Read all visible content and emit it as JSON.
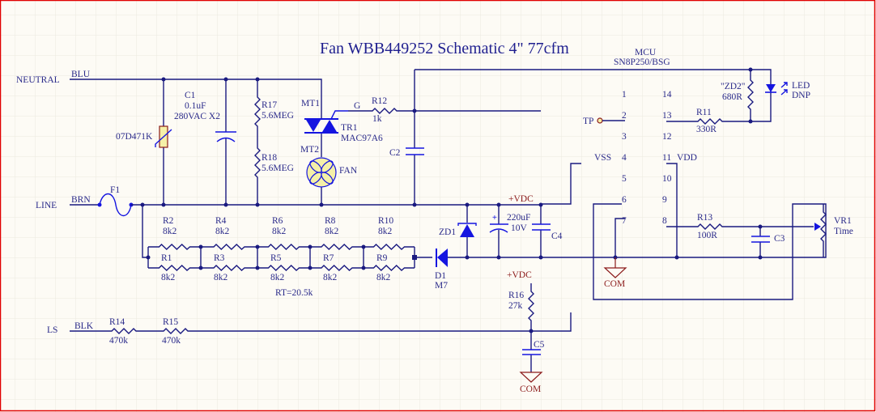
{
  "title": "Fan WBB449252 Schematic 4\" 77cfm",
  "colors": {
    "background": "#fdfbf5",
    "wire": "#1a1a80",
    "component": "#1515e0",
    "power": "#8b1a1a",
    "border": "#e00000",
    "grid": "#ece9e0"
  },
  "nets": {
    "neutral": {
      "name": "NEUTRAL",
      "wire_color": "BLU"
    },
    "line": {
      "name": "LINE",
      "wire_color": "BRN"
    },
    "ls": {
      "name": "LS",
      "wire_color": "BLK"
    }
  },
  "fuse": {
    "ref": "F1"
  },
  "varistor": {
    "value": "07D471K"
  },
  "c1": {
    "ref": "C1",
    "value": "0.1uF",
    "rating": "280VAC X2"
  },
  "r17": {
    "ref": "R17",
    "value": "5.6MEG"
  },
  "r18": {
    "ref": "R18",
    "value": "5.6MEG"
  },
  "triac": {
    "ref": "TR1",
    "part": "MAC97A6",
    "mt1": "MT1",
    "mt2": "MT2",
    "gate": "G"
  },
  "fan": {
    "label": "FAN"
  },
  "r12": {
    "ref": "R12",
    "value": "1k"
  },
  "c2": {
    "ref": "C2"
  },
  "resistor_ladder": {
    "top": [
      {
        "ref": "R2",
        "value": "8k2"
      },
      {
        "ref": "R4",
        "value": "8k2"
      },
      {
        "ref": "R6",
        "value": "8k2"
      },
      {
        "ref": "R8",
        "value": "8k2"
      },
      {
        "ref": "R10",
        "value": "8k2"
      }
    ],
    "bottom": [
      {
        "ref": "R1",
        "value": "8k2"
      },
      {
        "ref": "R3",
        "value": "8k2"
      },
      {
        "ref": "R5",
        "value": "8k2"
      },
      {
        "ref": "R7",
        "value": "8k2"
      },
      {
        "ref": "R9",
        "value": "8k2"
      }
    ],
    "total": "RT=20.5k"
  },
  "d1": {
    "ref": "D1",
    "part": "M7"
  },
  "zd1": {
    "ref": "ZD1"
  },
  "c_bulk": {
    "value": "220uF",
    "rating": "10V"
  },
  "c4": {
    "ref": "C4"
  },
  "vdc_label": "+VDC",
  "com_label": "COM",
  "mcu": {
    "label": "MCU",
    "part": "SN8P250/BSG",
    "pins_left": [
      "1",
      "2",
      "3",
      "4",
      "5",
      "6",
      "7"
    ],
    "pins_right": [
      "14",
      "13",
      "12",
      "11",
      "10",
      "9",
      "8"
    ],
    "vss": "VSS",
    "vdd": "VDD"
  },
  "tp": {
    "label": "TP"
  },
  "r11": {
    "ref": "R11",
    "value": "330R"
  },
  "zd2": {
    "ref": "\"ZD2\"",
    "value": "680R"
  },
  "led": {
    "ref": "LED",
    "note": "DNP"
  },
  "r13": {
    "ref": "R13",
    "value": "100R"
  },
  "c3": {
    "ref": "C3"
  },
  "vr1": {
    "ref": "VR1",
    "label": "Time"
  },
  "r14": {
    "ref": "R14",
    "value": "470k"
  },
  "r15": {
    "ref": "R15",
    "value": "470k"
  },
  "r16": {
    "ref": "R16",
    "value": "27k"
  },
  "c5": {
    "ref": "C5"
  }
}
